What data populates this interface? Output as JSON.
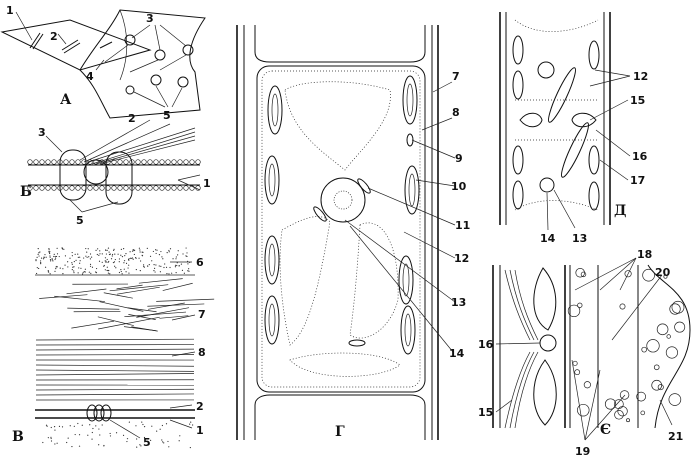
{
  "panels": {
    "A": {
      "letter": "А",
      "labels": [
        "1",
        "2",
        "3",
        "4",
        "5"
      ]
    },
    "B": {
      "letter": "Б",
      "labels": [
        "2",
        "3",
        "1",
        "5"
      ]
    },
    "V": {
      "letter": "В",
      "labels": [
        "6",
        "7",
        "8",
        "2",
        "1",
        "5"
      ]
    },
    "G": {
      "letter": "Г",
      "labels": [
        "7",
        "8",
        "9",
        "10",
        "11",
        "12",
        "13",
        "14"
      ]
    },
    "D": {
      "letter": "Д",
      "labels": [
        "12",
        "15",
        "16",
        "17",
        "14",
        "13"
      ]
    },
    "Ye": {
      "letter": "Є",
      "labels": [
        "18",
        "20",
        "16",
        "15",
        "19",
        "21"
      ]
    }
  }
}
